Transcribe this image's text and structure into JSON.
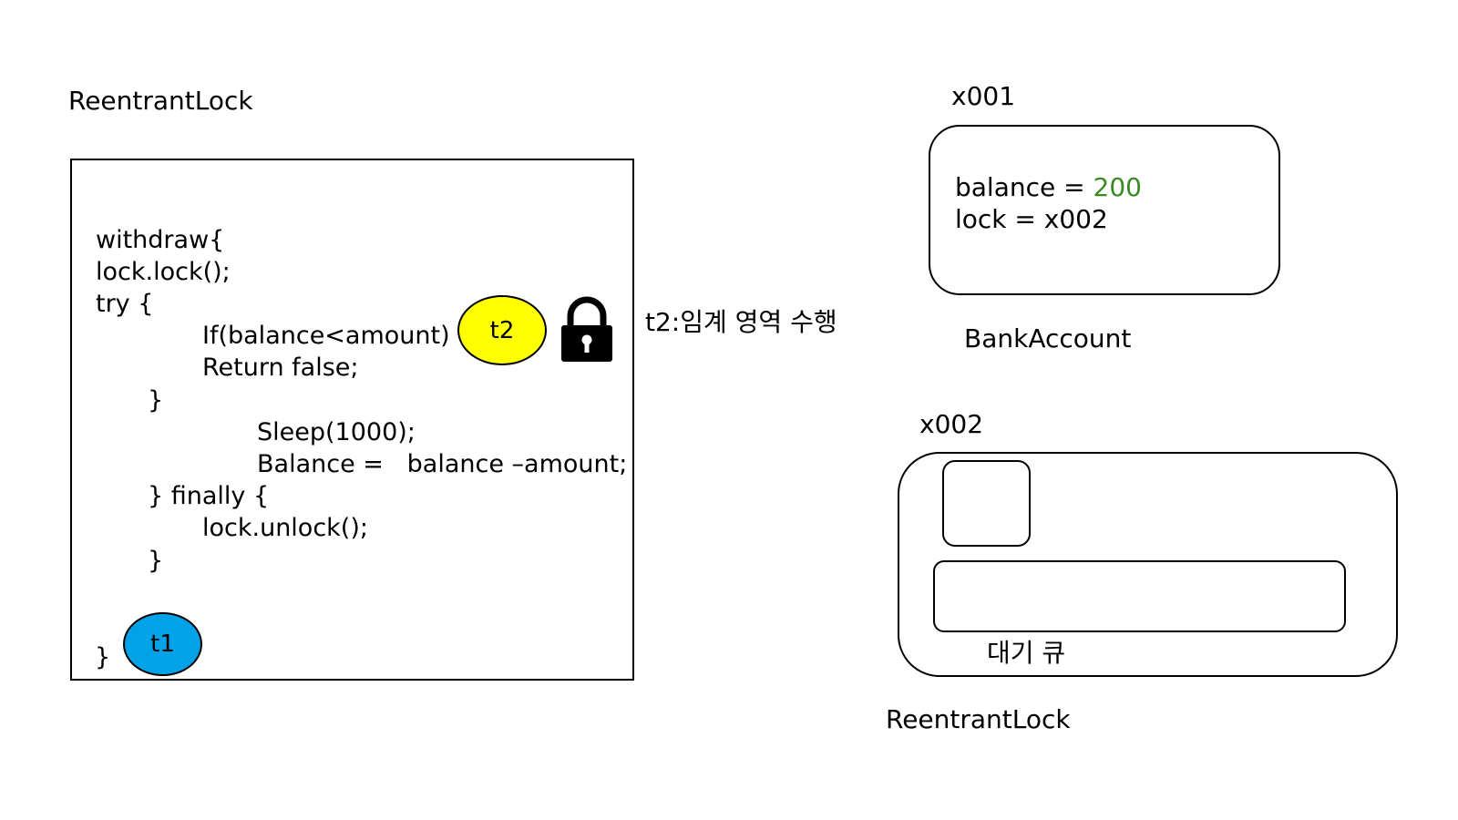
{
  "left": {
    "title": "ReentrantLock",
    "code": {
      "line1": "withdraw{",
      "line2": "lock.lock();",
      "line3": "try {",
      "line4": "If(balance<amount) {",
      "line5": "Return false;",
      "line6": "}",
      "line7": "Sleep(1000);",
      "line8": "Balance =   balance –amount;",
      "line9": "} finally {",
      "line10": "lock.unlock();",
      "line11": "}",
      "line12": "}"
    },
    "thread_t1": "t1",
    "thread_t2": "t2",
    "t1_color": "#00a2e8",
    "t2_color": "#ffff00",
    "lock_icon": "padlock-icon"
  },
  "annotation": "t2:임계 영역 수행",
  "bank_account": {
    "address": "x001",
    "balance_label": "balance = ",
    "balance_value": "200",
    "balance_value_color": "#3a8a24",
    "lock_line": "lock = x002",
    "caption": "BankAccount"
  },
  "reentrant_lock": {
    "address": "x002",
    "queue_label": "대기 큐",
    "caption": "ReentrantLock"
  }
}
